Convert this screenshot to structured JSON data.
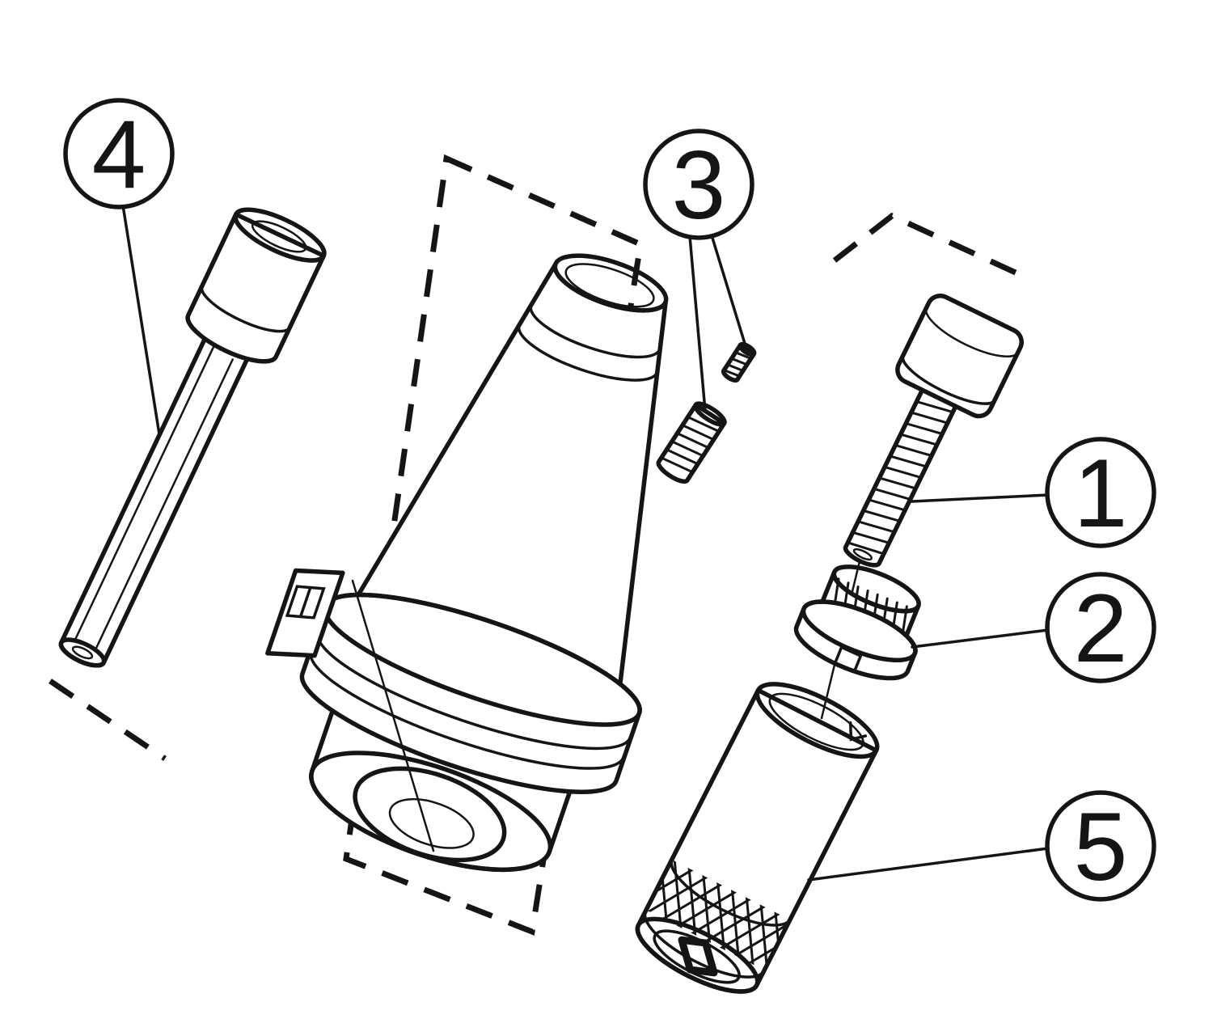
{
  "callouts": {
    "c1": "1",
    "c2": "2",
    "c3": "3",
    "c4": "4",
    "c5": "5"
  },
  "colors": {
    "line": "#151515",
    "background": "#ffffff"
  }
}
